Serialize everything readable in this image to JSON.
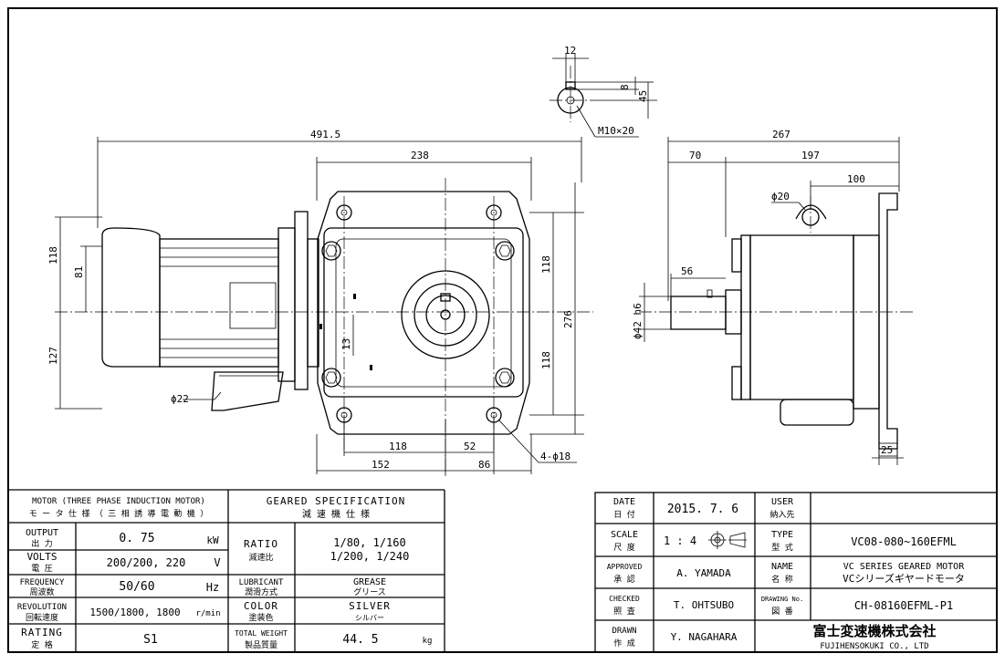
{
  "drawing": {
    "dimensions": {
      "key_width": "12",
      "key_depth": "8",
      "shaft_height": "45",
      "tap": "M10×20",
      "overall_length": "491.5",
      "base_width": "238",
      "motor_h_top": "118",
      "motor_h_inner": "81",
      "motor_h_bottom": "127",
      "gear_h_top": "118",
      "gear_h_bottom": "118",
      "gear_height_total": "276",
      "shaft_offset": "13",
      "conduit": "ϕ22",
      "base_hole_span": "118",
      "base_half_span": "52",
      "base_left": "152",
      "base_right": "86",
      "base_holes": "4-ϕ18",
      "side_total": "267",
      "side_left": "70",
      "side_right": "197",
      "side_hole_offset": "100",
      "lift_hole": "ϕ20",
      "shaft_length": "56",
      "shaft_dia": "ϕ42 h6",
      "foot_thickness": "25"
    }
  },
  "spec_table": {
    "motor_header_en": "MOTOR (THREE PHASE INDUCTION MOTOR)",
    "motor_header_jp": "モ ー タ 仕 様 （ 三 相 誘 導 電 動 機 ）",
    "geared_header_en": "GEARED SPECIFICATION",
    "geared_header_jp": "減 速 機 仕 様",
    "rows": [
      {
        "label_en": "OUTPUT",
        "label_jp": "出 力",
        "value": "0. 75",
        "unit": "kW"
      },
      {
        "label_en": "VOLTS",
        "label_jp": "電 圧",
        "value": "200/200, 220",
        "unit": "V"
      },
      {
        "label_en": "FREQUENCY",
        "label_jp": "周波数",
        "value": "50/60",
        "unit": "Hz"
      },
      {
        "label_en": "REVOLUTION",
        "label_jp": "回転速度",
        "value": "1500/1800, 1800",
        "unit": "r/min"
      },
      {
        "label_en": "RATING",
        "label_jp": "定 格",
        "value": "S1",
        "unit": ""
      }
    ],
    "gear_rows": {
      "ratio_label_en": "RATIO",
      "ratio_label_jp": "減速比",
      "ratio_value_1": "1/80, 1/160",
      "ratio_value_2": "1/200, 1/240",
      "lubricant_label_en": "LUBRICANT",
      "lubricant_label_jp": "潤滑方式",
      "lubricant_value_en": "GREASE",
      "lubricant_value_jp": "グリース",
      "color_label_en": "COLOR",
      "color_label_jp": "塗装色",
      "color_value_en": "SILVER",
      "color_value_jp": "シルバー",
      "weight_label_en": "TOTAL WEIGHT",
      "weight_label_jp": "製品質量",
      "weight_value": "44. 5",
      "weight_unit": "kg"
    }
  },
  "title_block": {
    "date_en": "DATE",
    "date_jp": "日 付",
    "date_value": "2015. 7. 6",
    "user_en": "USER",
    "user_jp": "納入先",
    "user_value": "",
    "scale_en": "SCALE",
    "scale_jp": "尺 度",
    "scale_value": "1 : 4",
    "type_en": "TYPE",
    "type_jp": "型 式",
    "type_value": "VC08-080~160EFML",
    "approved_en": "APPROVED",
    "approved_jp": "承 認",
    "approved_value": "A. YAMADA",
    "name_en": "NAME",
    "name_jp": "名 称",
    "name_value_en": "VC SERIES GEARED MOTOR",
    "name_value_jp": "VCシリーズギヤードモータ",
    "checked_en": "CHECKED",
    "checked_jp": "照 査",
    "checked_value": "T. OHTSUBO",
    "drawing_no_en": "DRAWING No.",
    "drawing_no_jp": "図 番",
    "drawing_no_value": "CH-08160EFML-P1",
    "drawn_en": "DRAWN",
    "drawn_jp": "作 成",
    "drawn_value": "Y. NAGAHARA",
    "company_jp": "富士変速機株式会社",
    "company_en": "FUJIHENSOKUKI CO., LTD"
  }
}
